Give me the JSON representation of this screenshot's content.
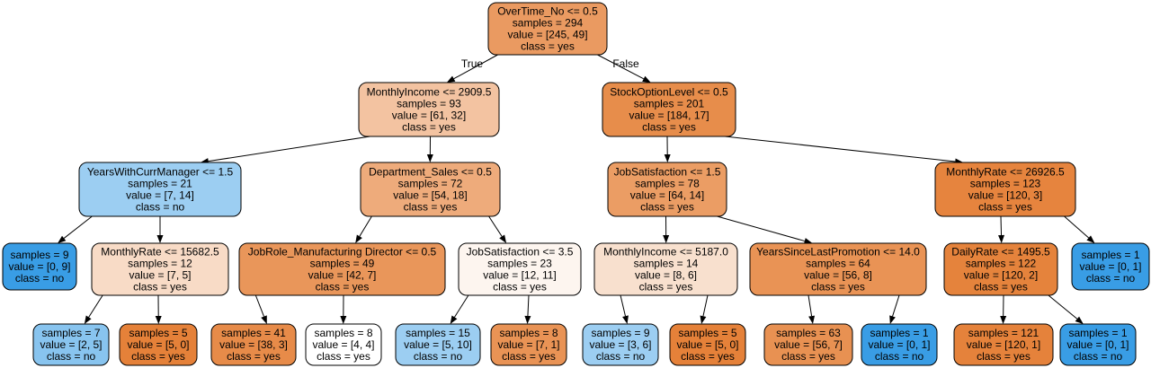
{
  "edge_labels": {
    "true_label": "True",
    "false_label": "False"
  },
  "nodes": [
    {
      "id": "n0",
      "lines": [
        "OverTime_No <= 0.5",
        "samples = 294",
        "value = [245, 49]",
        "class = yes"
      ],
      "fill": "#ea9a61",
      "children": [
        "n1",
        "n2"
      ]
    },
    {
      "id": "n1",
      "lines": [
        "MonthlyIncome <= 2909.5",
        "samples = 93",
        "value = [61, 32]",
        "class = yes"
      ],
      "fill": "#f3c3a1",
      "children": [
        "n3",
        "n4"
      ]
    },
    {
      "id": "n2",
      "lines": [
        "StockOptionLevel <= 0.5",
        "samples = 201",
        "value = [184, 17]",
        "class = yes"
      ],
      "fill": "#e78d4b",
      "children": [
        "n5",
        "n6"
      ]
    },
    {
      "id": "n3",
      "lines": [
        "YearsWithCurrManager <= 1.5",
        "samples = 21",
        "value = [7, 14]",
        "class = no"
      ],
      "fill": "#9ccef2",
      "children": [
        "n7",
        "n8"
      ]
    },
    {
      "id": "n4",
      "lines": [
        "Department_Sales <= 0.5",
        "samples = 72",
        "value = [54, 18]",
        "class = yes"
      ],
      "fill": "#eeab7b",
      "children": [
        "n9",
        "n10"
      ]
    },
    {
      "id": "n5",
      "lines": [
        "JobSatisfaction <= 1.5",
        "samples = 78",
        "value = [64, 14]",
        "class = yes"
      ],
      "fill": "#eb9d64",
      "children": [
        "n11",
        "n12"
      ]
    },
    {
      "id": "n6",
      "lines": [
        "MonthlyRate <= 26926.5",
        "samples = 123",
        "value = [120, 3]",
        "class = yes"
      ],
      "fill": "#e6843e",
      "children": [
        "n13",
        "n14"
      ]
    },
    {
      "id": "n7",
      "lines": [
        "samples = 9",
        "value = [0, 9]",
        "class = no"
      ],
      "fill": "#399de5",
      "children": []
    },
    {
      "id": "n8",
      "lines": [
        "MonthlyRate <= 15682.5",
        "samples = 12",
        "value = [7, 5]",
        "class = yes"
      ],
      "fill": "#f8dbc6",
      "children": [
        "n15",
        "n16"
      ]
    },
    {
      "id": "n9",
      "lines": [
        "JobRole_Manufacturing Director <= 0.5",
        "samples = 49",
        "value = [42, 7]",
        "class = yes"
      ],
      "fill": "#e9965a",
      "children": [
        "n17",
        "n18"
      ]
    },
    {
      "id": "n10",
      "lines": [
        "JobSatisfaction <= 3.5",
        "samples = 23",
        "value = [12, 11]",
        "class = yes"
      ],
      "fill": "#fdf5ef",
      "children": [
        "n19",
        "n20"
      ]
    },
    {
      "id": "n11",
      "lines": [
        "MonthlyIncome <= 5187.0",
        "samples = 14",
        "value = [8, 6]",
        "class = yes"
      ],
      "fill": "#f8e0ce",
      "children": [
        "n21",
        "n22"
      ]
    },
    {
      "id": "n12",
      "lines": [
        "YearsSinceLastPromotion <= 14.0",
        "samples = 64",
        "value = [56, 8]",
        "class = yes"
      ],
      "fill": "#e99355",
      "children": [
        "n23",
        "n24"
      ]
    },
    {
      "id": "n13",
      "lines": [
        "DailyRate <= 1495.5",
        "samples = 122",
        "value = [120, 2]",
        "class = yes"
      ],
      "fill": "#e5833c",
      "children": [
        "n25",
        "n26"
      ]
    },
    {
      "id": "n14",
      "lines": [
        "samples = 1",
        "value = [0, 1]",
        "class = no"
      ],
      "fill": "#399de5",
      "children": []
    },
    {
      "id": "n15",
      "lines": [
        "samples = 7",
        "value = [2, 5]",
        "class = no"
      ],
      "fill": "#88c4ef",
      "children": []
    },
    {
      "id": "n16",
      "lines": [
        "samples = 5",
        "value = [5, 0]",
        "class = yes"
      ],
      "fill": "#e58139",
      "children": []
    },
    {
      "id": "n17",
      "lines": [
        "samples = 41",
        "value = [38, 3]",
        "class = yes"
      ],
      "fill": "#e78b49",
      "children": []
    },
    {
      "id": "n18",
      "lines": [
        "samples = 8",
        "value = [4, 4]",
        "class = yes"
      ],
      "fill": "#ffffff",
      "children": []
    },
    {
      "id": "n19",
      "lines": [
        "samples = 15",
        "value = [5, 10]",
        "class = no"
      ],
      "fill": "#9ccef2",
      "children": []
    },
    {
      "id": "n20",
      "lines": [
        "samples = 8",
        "value = [7, 1]",
        "class = yes"
      ],
      "fill": "#e99355",
      "children": []
    },
    {
      "id": "n21",
      "lines": [
        "samples = 9",
        "value = [3, 6]",
        "class = no"
      ],
      "fill": "#9ccef2",
      "children": []
    },
    {
      "id": "n22",
      "lines": [
        "samples = 5",
        "value = [5, 0]",
        "class = yes"
      ],
      "fill": "#e58139",
      "children": []
    },
    {
      "id": "n23",
      "lines": [
        "samples = 63",
        "value = [56, 7]",
        "class = yes"
      ],
      "fill": "#e89152",
      "children": []
    },
    {
      "id": "n24",
      "lines": [
        "samples = 1",
        "value = [0, 1]",
        "class = no"
      ],
      "fill": "#399de5",
      "children": []
    },
    {
      "id": "n25",
      "lines": [
        "samples = 121",
        "value = [120, 1]",
        "class = yes"
      ],
      "fill": "#e5823b",
      "children": []
    },
    {
      "id": "n26",
      "lines": [
        "samples = 1",
        "value = [0, 1]",
        "class = no"
      ],
      "fill": "#399de5",
      "children": []
    }
  ]
}
